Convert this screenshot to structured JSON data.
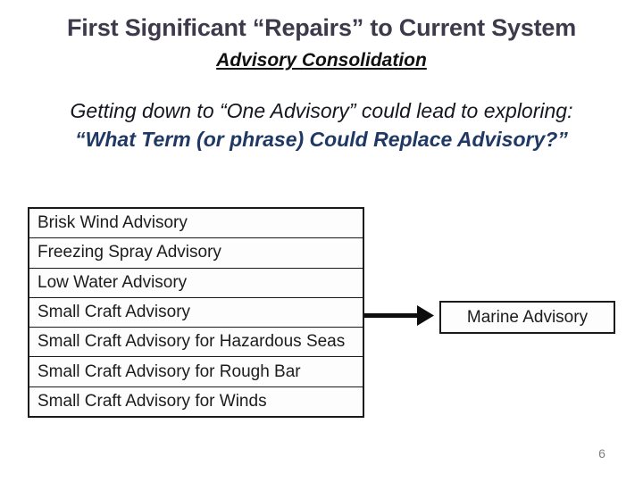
{
  "slide": {
    "title": "First Significant “Repairs” to Current System",
    "subtitle": "Advisory Consolidation",
    "body": {
      "line1": "Getting down to “One Advisory” could lead to exploring:",
      "line2": "“What Term (or phrase) Could Replace Advisory?”"
    },
    "diagram": {
      "advisories": [
        "Brisk Wind Advisory",
        "Freezing Spray Advisory",
        "Low Water Advisory",
        "Small Craft Advisory",
        "Small Craft Advisory for Hazardous Seas",
        "Small Craft Advisory for Rough Bar",
        "Small Craft Advisory for Winds"
      ],
      "arrow_icon": "right-arrow",
      "result": "Marine Advisory"
    },
    "page_number": "6",
    "colors": {
      "title": "#3E3A4B",
      "subtitle": "#101010",
      "body_line1": "#14171F",
      "body_line2": "#1F3864",
      "table_text": "#1c1c1c",
      "border": "#1a1a1a",
      "arrow": "#0d0d0d",
      "page_number": "#7f7f7f",
      "background": "#ffffff"
    }
  }
}
